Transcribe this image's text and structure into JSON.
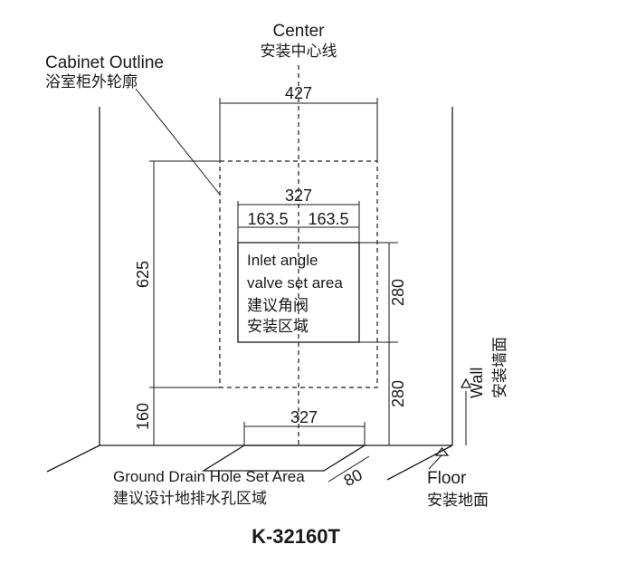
{
  "labels": {
    "center_en": "Center",
    "center_cn": "安装中心线",
    "cabinet_en": "Cabinet Outline",
    "cabinet_cn": "浴室柜外轮廓",
    "inlet_en_1": "Inlet angle",
    "inlet_en_2": "valve set area",
    "inlet_cn_1": "建议角阀",
    "inlet_cn_2": "安装区域",
    "wall_en": "Wall",
    "wall_cn": "安装墙面",
    "floor_en": "Floor",
    "floor_cn": "安装地面",
    "drain_en": "Ground Drain Hole Set Area",
    "drain_cn": "建议设计地排水孔区域",
    "model": "K-32160T"
  },
  "dimensions": {
    "cabinet_width": "427",
    "inlet_width": "327",
    "inlet_left_half": "163.5",
    "inlet_right_half": "163.5",
    "cabinet_height": "625",
    "floor_gap": "160",
    "inlet_height": "280",
    "inlet_floor": "280",
    "drain_width": "327",
    "drain_depth": "80"
  }
}
